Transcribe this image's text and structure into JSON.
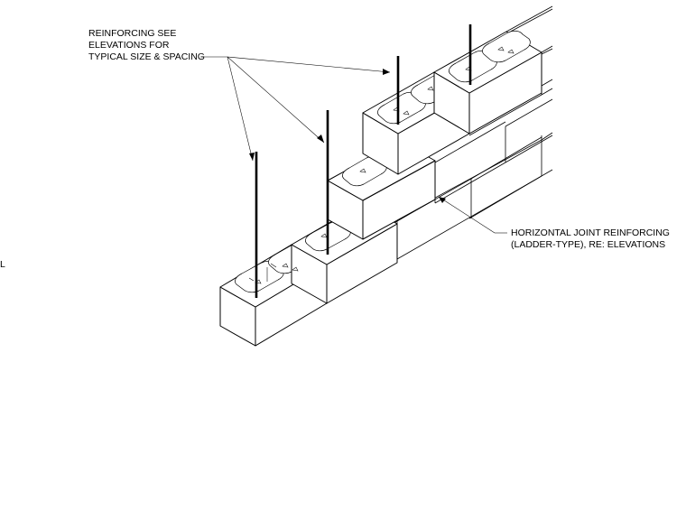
{
  "labels": {
    "reinforcing": [
      "REINFORCING SEE",
      "ELEVATIONS FOR",
      "TYPICAL SIZE & SPACING"
    ],
    "joint_reinforcing": [
      "HORIZONTAL JOINT REINFORCING",
      "(LADDER-TYPE), RE: ELEVATIONS"
    ],
    "edge_mark": "L"
  }
}
